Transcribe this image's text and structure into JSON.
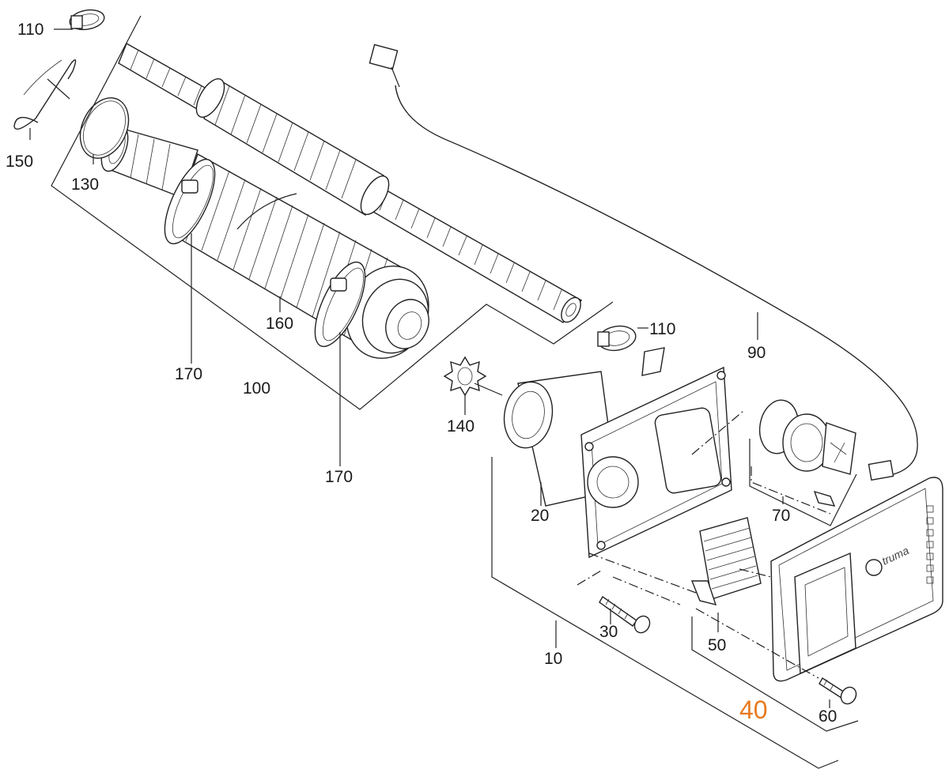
{
  "diagram": {
    "title": "Exploded parts diagram",
    "brand_logo": "truma",
    "highlight_color": "#e87a1e",
    "text_color": "#1a1a1a",
    "labels": {
      "p110_top": "110",
      "p150": "150",
      "p130": "130",
      "p160": "160",
      "p170_left": "170",
      "p100": "100",
      "p170_bottom": "170",
      "p110_right": "110",
      "p90": "90",
      "p140": "140",
      "p20": "20",
      "p70": "70",
      "p30": "30",
      "p10": "10",
      "p50": "50",
      "p40": "40",
      "p60": "60"
    }
  }
}
